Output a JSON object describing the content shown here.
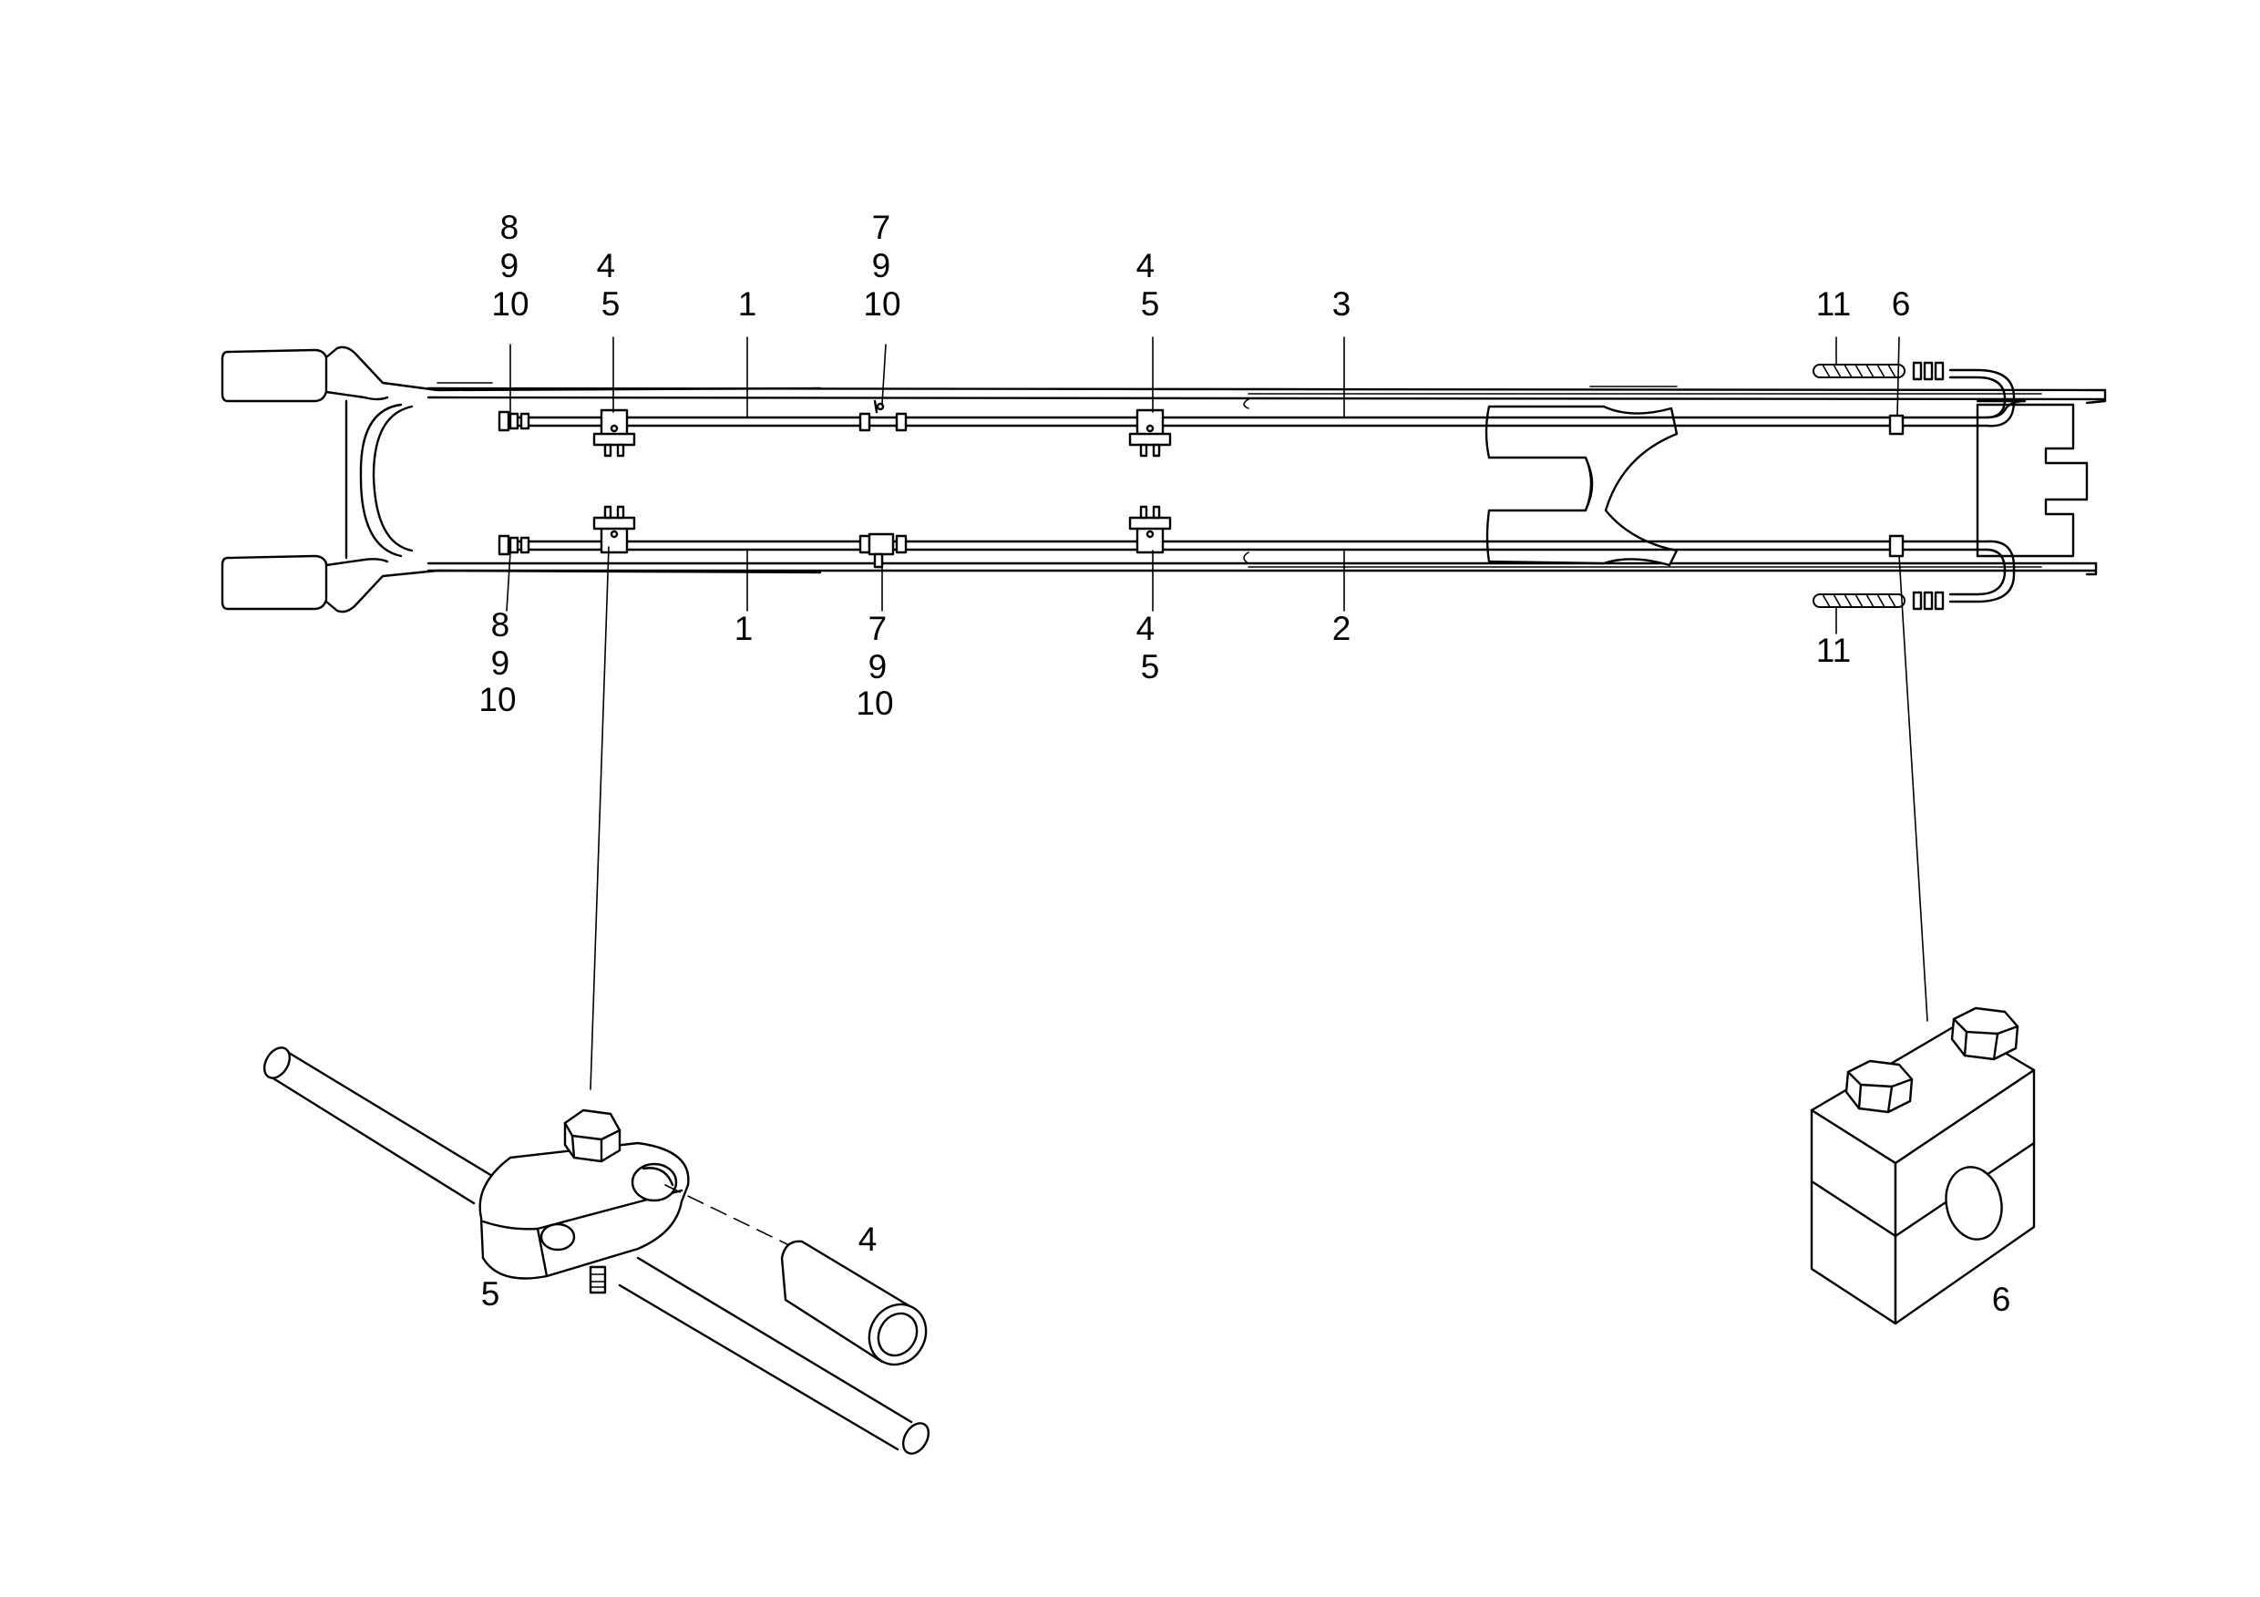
{
  "labels": {
    "top": [
      {
        "id": "top-8-9-10",
        "lines": [
          "8",
          "9",
          "10"
        ]
      },
      {
        "id": "top-4-5-a",
        "lines": [
          "4",
          "5"
        ]
      },
      {
        "id": "top-1",
        "lines": [
          "1"
        ]
      },
      {
        "id": "top-7-9-10",
        "lines": [
          "7",
          "9",
          "10"
        ]
      },
      {
        "id": "top-4-5-b",
        "lines": [
          "4",
          "5"
        ]
      },
      {
        "id": "top-3",
        "lines": [
          "3"
        ]
      },
      {
        "id": "top-11",
        "lines": [
          "11"
        ]
      },
      {
        "id": "top-6",
        "lines": [
          "6"
        ]
      }
    ],
    "bottom": [
      {
        "id": "bot-8-9-10",
        "lines": [
          "8",
          "9",
          "10"
        ]
      },
      {
        "id": "bot-1",
        "lines": [
          "1"
        ]
      },
      {
        "id": "bot-7-9-10",
        "lines": [
          "7",
          "9",
          "10"
        ]
      },
      {
        "id": "bot-4-5",
        "lines": [
          "4",
          "5"
        ]
      },
      {
        "id": "bot-2",
        "lines": [
          "2"
        ]
      },
      {
        "id": "bot-11",
        "lines": [
          "11"
        ]
      }
    ],
    "details": [
      {
        "id": "detail-5",
        "lines": [
          "5"
        ]
      },
      {
        "id": "detail-4",
        "lines": [
          "4"
        ]
      },
      {
        "id": "detail-6",
        "lines": [
          "6"
        ]
      }
    ]
  }
}
